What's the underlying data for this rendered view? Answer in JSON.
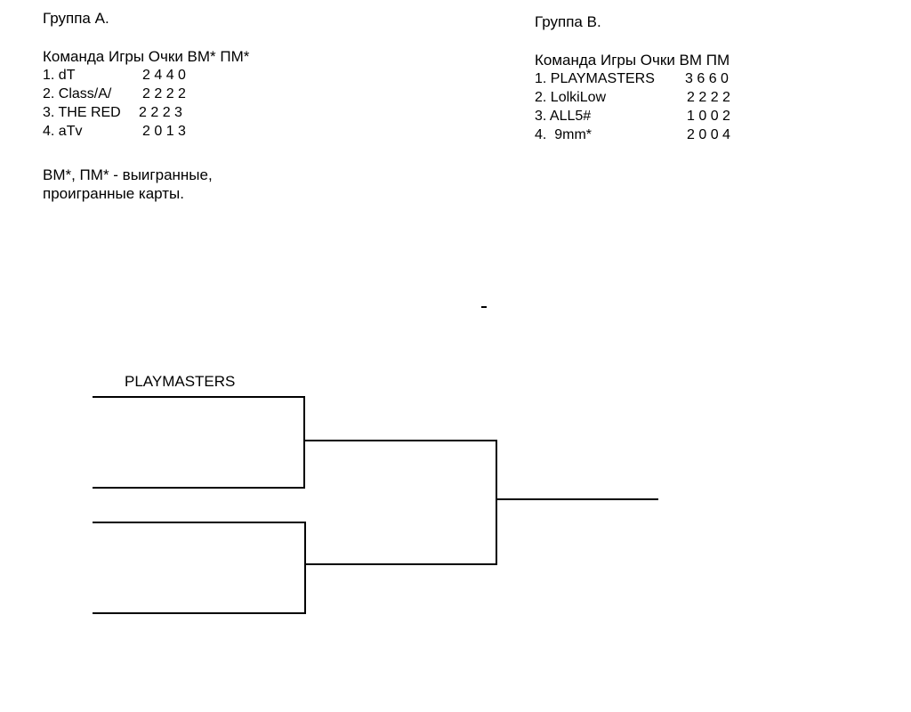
{
  "groups": [
    {
      "title": "Группа А.",
      "header": "Команда Игры Очки ВМ* ПМ*",
      "rows": [
        {
          "name": "1. dT",
          "nums": "2 4 4 0"
        },
        {
          "name": "2. Class/A/",
          "nums": "2 2 2 2"
        },
        {
          "name": "3. THE RED",
          "nums": "2 2 2 3"
        },
        {
          "name": "4. aTv",
          "nums": "2 0 1 3"
        }
      ]
    },
    {
      "title": "Группа В.",
      "header": "Команда Игры Очки ВМ ПМ",
      "rows": [
        {
          "name": "1. PLAYMASTERS",
          "nums": "3 6 6 0"
        },
        {
          "name": "2. LolkiLow",
          "nums": "2 2 2 2"
        },
        {
          "name": "3. ALL5#",
          "nums": "1 0 0 2"
        },
        {
          "name": "4.  9mm*",
          "nums": "2 0 0 4"
        }
      ]
    }
  ],
  "footnote": "ВМ*, ПМ* - выигранные,\nпроигранные карты.",
  "bracket": {
    "label": "PLAYMASTERS"
  },
  "colors": {
    "line": "#000000",
    "text": "#000000",
    "background": "#ffffff"
  }
}
